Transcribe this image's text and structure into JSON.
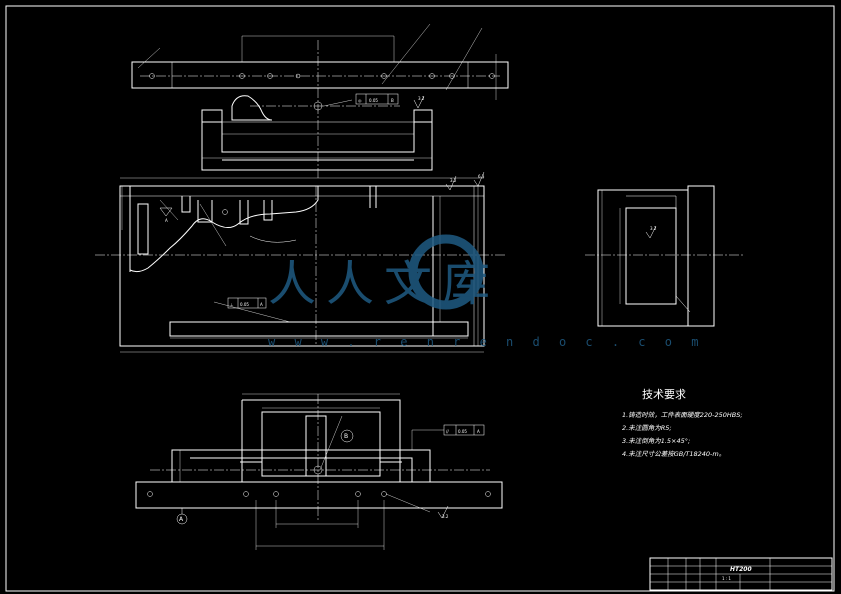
{
  "tech_requirements": {
    "heading": "技术要求",
    "items": [
      "1.铸造时效，工件表面硬度220-250HBS;",
      "2.未注圆角为R5;",
      "3.未注倒角为1.5×45°;",
      "4.未注尺寸公差按GB/T18240-m。"
    ]
  },
  "tolerance_frames": {
    "top_view": {
      "symbol": "◎",
      "value": "0.05",
      "datum": "B"
    },
    "front_view": {
      "symbol": "⊥",
      "value": "0.05",
      "datum": "A"
    },
    "bottom_view": {
      "symbol": "//",
      "value": "0.05",
      "datum": "A"
    }
  },
  "datum_labels": {
    "a": "A",
    "b": "B"
  },
  "roughness": {
    "ra32": "3.2",
    "ra63": "6.3",
    "ra125": "12.5"
  },
  "title_block": {
    "material": "HT200",
    "scale": "1 : 1"
  },
  "watermark": {
    "text": "人人文库",
    "url": "w w w . r e n r e n d o c . c o m"
  }
}
